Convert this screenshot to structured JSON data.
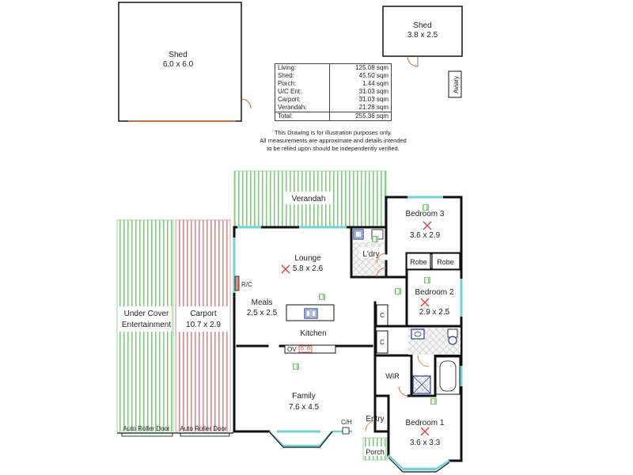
{
  "outbuildings": {
    "shed_large": {
      "name": "Shed",
      "size": "6.0 x 6.0"
    },
    "shed_small": {
      "name": "Shed",
      "size": "3.8 x 2.5"
    },
    "aviary": "Aviary"
  },
  "area_table": [
    {
      "label": "Living:",
      "value": "125.08 sqm"
    },
    {
      "label": "Shed:",
      "value": "45.50 sqm"
    },
    {
      "label": "Porch:",
      "value": "1.44 sqm"
    },
    {
      "label": "U/C Ent:",
      "value": "31.03 sqm"
    },
    {
      "label": "Carport:",
      "value": "31.03 sqm"
    },
    {
      "label": "Verandah:",
      "value": "21.28 sqm"
    }
  ],
  "area_total": {
    "label": "Total:",
    "value": "255.36 sqm"
  },
  "disclaimer": [
    "This Drawing is for illustration purposes only.",
    "All measurements are approximate and details intended",
    "to be relied upon should be independently verified."
  ],
  "rooms": {
    "verandah": "Verandah",
    "bedroom3": {
      "name": "Bedroom 3",
      "size": "3.6 x 2.9"
    },
    "laundry": "L'dry",
    "robe1": "Robe",
    "robe2": "Robe",
    "lounge": {
      "name": "Lounge",
      "size": "5.8 x 2.6"
    },
    "rc": "R/C",
    "meals": {
      "name": "Meals",
      "size": "2.5 x 2.5"
    },
    "kitchen": "Kitchen",
    "oven": "OV",
    "bedroom2": {
      "name": "Bedroom 2",
      "size": "2.9 x 2.5"
    },
    "cupboard1": "C",
    "cupboard2": "C",
    "wir": "WIR",
    "family": {
      "name": "Family",
      "size": "7.6 x 4.5"
    },
    "ch": "C/H",
    "entry": "Entry",
    "porch": "Porch",
    "bedroom1": {
      "name": "Bedroom 1",
      "size": "3.6 x 3.3"
    },
    "uc_entertainment": {
      "line1": "Under Cover",
      "line2": "Entertainment"
    },
    "carport": {
      "name": "Carport",
      "size": "10.7 x 2.9"
    },
    "roller_door1": "Auto Roller Door",
    "roller_door2": "Auto Roller Door"
  },
  "colors": {
    "wall": "#111111",
    "window": "#6fd3d9",
    "verandah_stripe": "#7fcf7f",
    "carport_stripe": "#d98a8a",
    "door_arc": "#c96a2a",
    "marker_red": "#e23b3b",
    "marker_green": "#6fbf5a",
    "fixture_blue": "#2b3f9a"
  }
}
